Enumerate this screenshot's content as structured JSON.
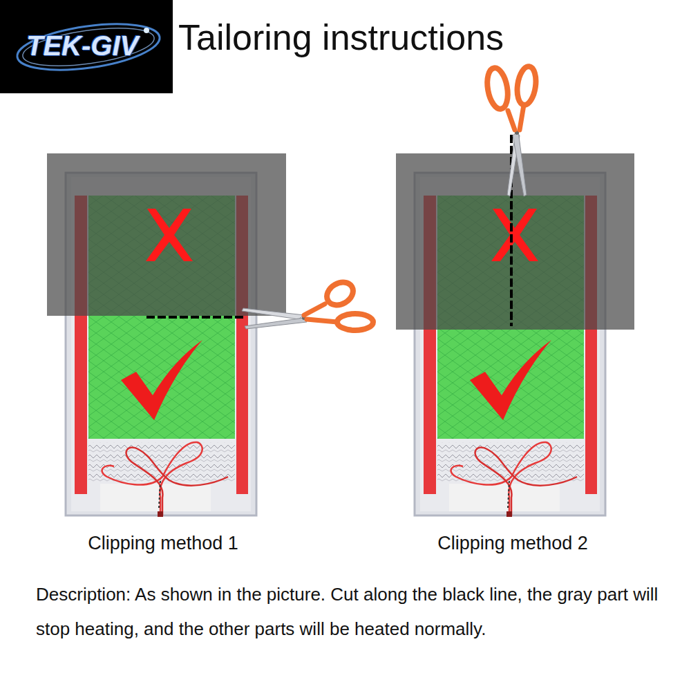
{
  "diagram": {
    "title": "Tailoring instructions",
    "caption": "Description: As shown in the picture. Cut along the black line, the gray part will stop heating, and the other parts will be heated normally.",
    "labels": [
      "TEK-GIV",
      "Clipping method 1",
      "Clipping method 2"
    ]
  }
}
